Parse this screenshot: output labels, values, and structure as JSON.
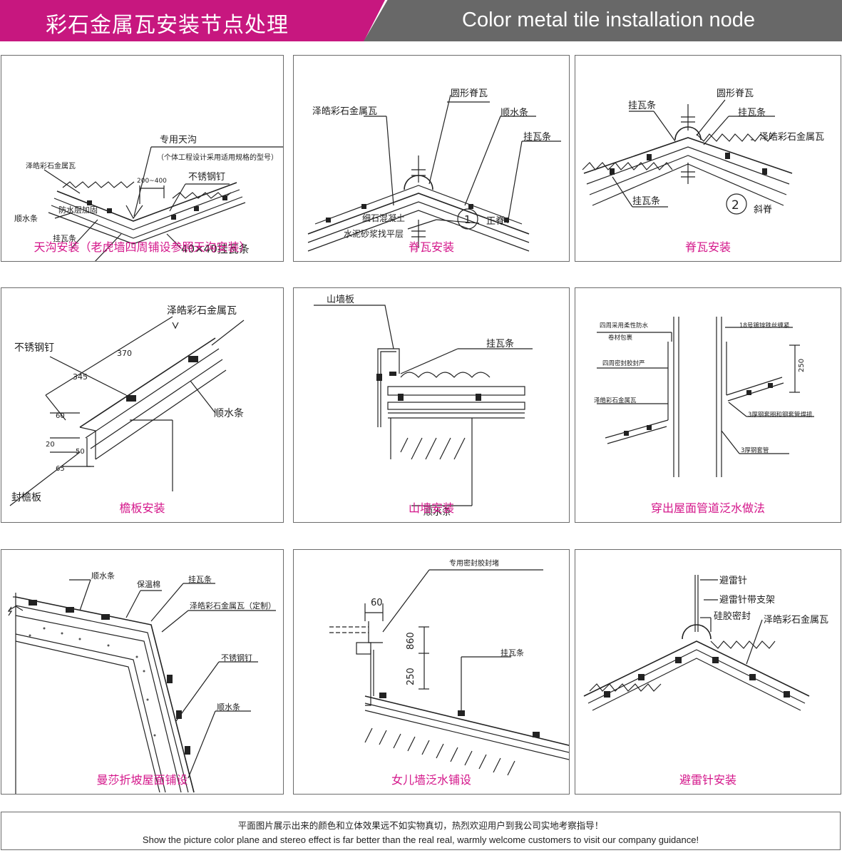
{
  "header": {
    "title_cn": "彩石金属瓦安装节点处理",
    "title_en": "Color metal tile installation node",
    "colors": {
      "magenta": "#c7177f",
      "gray": "#686868",
      "caption": "#d4168a"
    }
  },
  "panels": {
    "p1": {
      "caption": "天沟安装（老虎墙四周铺设参照天沟安装）",
      "labels": {
        "special_gutter": "专用天沟",
        "gutter_note": "（个体工程设计采用适用规格的型号）",
        "tile": "泽皓彩石金属瓦",
        "dim": "200~400",
        "nail": "不锈钢钉",
        "counter_batten": "顺水条",
        "batten": "挂瓦条",
        "waterproof": "防水层加固",
        "batten_size": "40×40挂瓦条"
      }
    },
    "p2": {
      "caption": "脊瓦安装",
      "labels": {
        "round_ridge": "圆形脊瓦",
        "tile": "泽皓彩石金属瓦",
        "counter_batten": "顺水条",
        "batten": "挂瓦条",
        "concrete": "细石混凝土",
        "mortar": "水泥砂浆找平层",
        "num": "1",
        "type": "正脊"
      }
    },
    "p3": {
      "caption": "脊瓦安装",
      "labels": {
        "batten_left": "挂瓦条",
        "round_ridge": "圆形脊瓦",
        "batten_right": "挂瓦条",
        "tile": "泽皓彩石金属瓦",
        "batten_bottom": "挂瓦条",
        "num": "2",
        "type": "斜脊"
      }
    },
    "p4": {
      "caption": "檐板安装",
      "labels": {
        "tile": "泽皓彩石金属瓦",
        "nail": "不锈钢钉",
        "d370": "370",
        "d345": "345",
        "d60": "60",
        "d20": "20",
        "d50": "50",
        "d65": "65",
        "counter_batten": "顺水条",
        "eave_board": "封檐板"
      }
    },
    "p5": {
      "caption": "山墙安装",
      "labels": {
        "gable_board": "山墙板",
        "batten": "挂瓦条",
        "counter_batten": "顺水条"
      }
    },
    "p6": {
      "caption": "穿出屋面管道泛水做法",
      "labels": {
        "wrap_1": "四周采用柔性防水",
        "wrap_2": "卷材包裹",
        "wire": "18号镀锌铁丝缠紧",
        "sealant": "四周密封胶封严",
        "tile": "泽皓彩石金属瓦",
        "d250": "250",
        "welded": "3厚钢套圈和钢套管焊接",
        "sleeve": "3厚钢套管"
      }
    },
    "p7": {
      "caption": "曼莎折坡屋面铺设",
      "labels": {
        "counter_batten_top": "顺水条",
        "insulation": "保温棉",
        "batten": "挂瓦条",
        "tile": "泽皓彩石金属瓦（定制）",
        "nail": "不锈钢钉",
        "counter_batten_side": "顺水条"
      }
    },
    "p8": {
      "caption": "女儿墙泛水铺设",
      "labels": {
        "sealant": "专用密封胶封堵",
        "d60": "60",
        "d860": "860",
        "d250": "250",
        "batten": "挂瓦条"
      }
    },
    "p9": {
      "caption": "避雷针安装",
      "labels": {
        "rod": "避雷针",
        "bracket": "避雷针带支架",
        "silicone": "硅胶密封",
        "tile": "泽皓彩石金属瓦"
      }
    }
  },
  "footer": {
    "line_cn": "平面图片展示出来的颜色和立体效果远不如实物真切，热烈欢迎用户到我公司实地考察指导！",
    "line_en": "Show the picture color plane and stereo effect is far better than the real real, warmly welcome customers to visit our company guidance!"
  }
}
